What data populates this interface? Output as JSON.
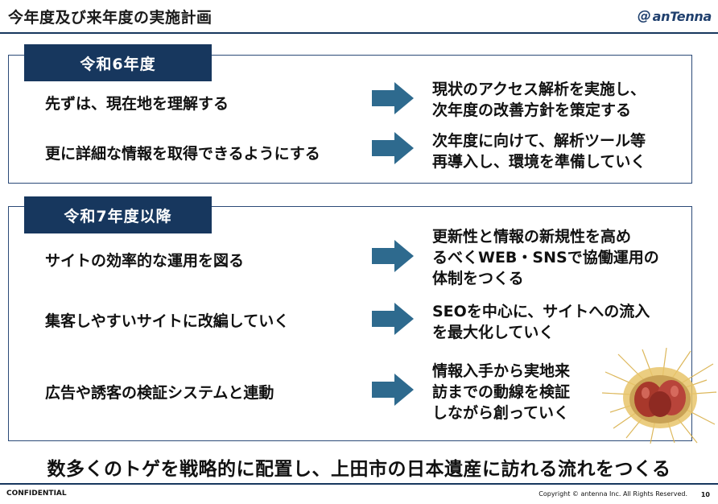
{
  "header": {
    "title": "今年度及び来年度の実施計画",
    "logo_text": "anTenna",
    "logo_icon": "antenna-logo-icon"
  },
  "section1": {
    "badge": "令和6年度",
    "rows": [
      {
        "left": "先ずは、現在地を理解する",
        "right": [
          "現状のアクセス解析を実施し、",
          "次年度の改善方針を策定する"
        ]
      },
      {
        "left": "更に詳細な情報を取得できるようにする",
        "right": [
          "次年度に向けて、解析ツール等",
          "再導入し、環境を準備していく"
        ]
      }
    ]
  },
  "section2": {
    "badge": "令和7年度以降",
    "rows": [
      {
        "left": "サイトの効率的な運用を図る",
        "right": [
          "更新性と情報の新規性を高め",
          "るべくWEB・SNSで協働運用の",
          "体制をつくる"
        ]
      },
      {
        "left": "集客しやすいサイトに改編していく",
        "right": [
          "SEOを中心に、サイトへの流入",
          "を最大化していく"
        ]
      },
      {
        "left": "広告や誘客の検証システムと連動",
        "right": [
          "情報入手から実地来",
          "訪までの動線を検証",
          "しながら創っていく"
        ]
      }
    ]
  },
  "bottom_message": "数多くのトゲを戦略的に配置し、上田市の日本遺産に訪れる流れをつくる",
  "footer": {
    "confidential": "CONFIDENTIAL",
    "copyright": "Copyright © antenna Inc. All Rights Reserved.",
    "page_number": "10"
  },
  "colors": {
    "navy": "#17375e",
    "arrow": "#2e6a8e",
    "border": "#2b4a78"
  }
}
